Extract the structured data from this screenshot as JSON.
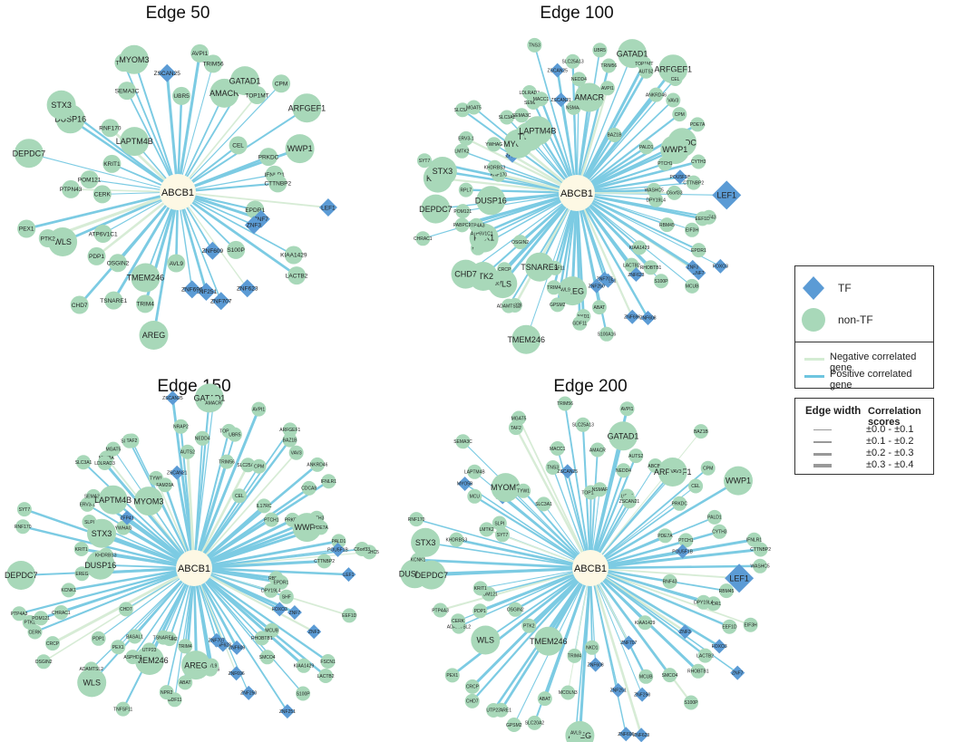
{
  "panels": [
    {
      "title": "Edge 50",
      "center": "ABCB1",
      "tf": [
        "ZNF623",
        "ZNF609",
        "ZSCAN25",
        "ZNF707",
        "LEF1",
        "ZNF7",
        "ZNF251",
        "ZNF3",
        "ZNF696"
      ],
      "nontf": [
        "TMEM246",
        "CPM",
        "AVL9",
        "UBR5",
        "KIAA1429",
        "AVPI1",
        "CEL",
        "TRIM56",
        "AMACR",
        "LACTB2",
        "AREG",
        "PRKDC",
        "PTPN43",
        "ARFGEF1",
        "EPDR1",
        "LAPTM4B",
        "OSGIN2",
        "CHD7",
        "STX3",
        "PDP1",
        "WWP1",
        "ATP6V1C1",
        "GATAD1",
        "WLS",
        "SEMA3C",
        "PTK2",
        "TSNARE1",
        "PEX1",
        "TYW1",
        "IFNLR1",
        "DEPDC7",
        "RNF170",
        "S100P",
        "CTTNBP2",
        "KRIT1",
        "TRIM4",
        "MYOM3",
        "DUSP16",
        "POM121",
        "TOP1MT",
        "CERK"
      ],
      "big": [
        "TMEM246",
        "AREG",
        "STX3",
        "DEPDC7",
        "WWP1",
        "WLS",
        "DUSP16",
        "LAPTM4B",
        "GATAD1",
        "ARFGEF1",
        "AMACR",
        "MYOM3"
      ]
    },
    {
      "title": "Edge 100",
      "center": "ABCB1",
      "tf": [
        "POU5F1B",
        "ZFP41",
        "ZSCAN21",
        "ZSCAN25",
        "ZNF623",
        "LEF1",
        "ZNF608",
        "FOXO3",
        "ZNF696",
        "ZNF251",
        "ZNF7",
        "ZNF707",
        "ZNF250",
        "ZNF3"
      ],
      "nontf": [
        "PALD1",
        "STX3",
        "SLC5A6",
        "MCUB",
        "DEPDC7",
        "S100A16",
        "KIAA1429",
        "BAZ1B",
        "CTTNBP2",
        "MGAT5",
        "ABAT",
        "NKD1",
        "MYOM3",
        "RHOBTB1",
        "SLC25A13",
        "NSMAF",
        "PTP4A3",
        "ADAMTSL2",
        "SLC3A1",
        "TYW1",
        "DUSP16",
        "PABPC1",
        "DPY19L4",
        "PDE7A",
        "WLS",
        "S100P",
        "RNF43",
        "EEF1D",
        "NEDD4",
        "ANKRD46",
        "AMACR",
        "SYT7",
        "UBR5",
        "CERK",
        "TNFSF11",
        "IFNLR1",
        "RNF170",
        "ARFGEF1",
        "CRCP",
        "KHDRBS3",
        "SEMA3C",
        "CHRAC1",
        "PRKDC",
        "RBM45",
        "MEX3A",
        "CEL",
        "TRIM56",
        "LACTB2",
        "OSGIN2",
        "LMTK2",
        "LAPTM4B",
        "SEMA3A",
        "PTK2",
        "WASHC5",
        "CHD7",
        "VAV3",
        "GDF11",
        "PDP1",
        "EIF3H",
        "PEX1",
        "LDLRAD3",
        "TMEM246",
        "AREG",
        "C6orf33",
        "TSNARE1",
        "ERV3-1",
        "WWP1",
        "AVPI1",
        "YWHAG",
        "PTCH1",
        "UTP23",
        "AVL9",
        "POM121",
        "MACC1",
        "EPDR1",
        "GPSM2",
        "RPL7",
        "ATP6V1C1",
        "KRIT1",
        "GATAD1",
        "TOP1MT",
        "CPM",
        "AUTS2",
        "TRIM4",
        "TNS3",
        "CYTH3"
      ],
      "big": [
        "DEPDC7",
        "STX3",
        "LEF1",
        "AREG",
        "TMEM246",
        "WLS",
        "DUSP16",
        "AMACR",
        "MYOM3",
        "GATAD1",
        "WWP1",
        "PTK2",
        "ARFGEF1",
        "LAPTM4B",
        "TYW1",
        "KRIT1",
        "CHD7",
        "PRKDC",
        "TSNARE1",
        "PEX1"
      ]
    },
    {
      "title": "Edge 150",
      "center": "ABCB1",
      "tf": [
        "ZNF251",
        "FOXO3",
        "ZNF609",
        "ZSCAN21",
        "ZNF7",
        "ZNF250",
        "ZSCAN25",
        "ZNF3",
        "ZNF623",
        "LEF1",
        "POU5F1B",
        "ZFP41",
        "ZNF696",
        "ZNF707"
      ],
      "nontf": [
        "KCNK1",
        "FSCN1",
        "CPM",
        "MCUB",
        "S100A16",
        "BASAL1",
        "NRAP2",
        "WLS",
        "CHRAC1",
        "IL17RC",
        "CDCA8",
        "PEX1",
        "SEMA3C",
        "ADAMTSL2",
        "TSNARE1",
        "LAPTM4B",
        "PDP1",
        "RBM45",
        "CEL",
        "SLC3A1",
        "ARFGEF1",
        "OSGIN2",
        "LACTB2",
        "AVL9",
        "TOPO2",
        "AREG",
        "IFNLR1",
        "MEX3A",
        "KHDRBS3",
        "AUTS2",
        "KIAA1429",
        "RNF170",
        "LDLRAD3",
        "CHD7",
        "NEDD4",
        "POM121",
        "MYOM3",
        "PTCH1",
        "SYT7",
        "WASHC5",
        "MGAT5",
        "ABAT",
        "PRKDC",
        "TMEM246",
        "GATAD1",
        "STX3",
        "AMACR",
        "TOP1MT",
        "EPDR1",
        "CYTH3",
        "EREG",
        "DEPDC7",
        "RPL7",
        "WWP1",
        "PTP4A3",
        "SLC5A6",
        "TRIM4",
        "DUSP16",
        "TAF2",
        "SLPI",
        "UBR5",
        "PDE7A",
        "TRIM56",
        "BAZ1B",
        "AVPI1",
        "SLC25A13",
        "RHOBTB1",
        "CRCP",
        "PALD1",
        "ERV3-1",
        "DPY19L4",
        "VAV3",
        "C6orf33",
        "EEF1D",
        "TNFSF11",
        "CTTNBP2",
        "UTP23",
        "KRIT1",
        "CERK",
        "TYW1",
        "GDF11",
        "PTK2",
        "S100P",
        "ASPHD2",
        "SHF",
        "NPR2",
        "ANKRD46",
        "YWHAG",
        "GPSM2",
        "SMCO4",
        "FAM20A"
      ],
      "big": [
        "TMEM246",
        "DEPDC7",
        "STX3",
        "WWP1",
        "AREG",
        "WLS",
        "GATAD1",
        "DUSP16",
        "MYOM3",
        "LAPTM4B"
      ]
    },
    {
      "title": "Edge 200",
      "center": "ABCB1",
      "tf": [
        "ZNF707",
        "MYO5B",
        "FOXO3",
        "ZFP41",
        "ZNF3",
        "LEF1",
        "ZNF250",
        "ZSCAN25",
        "ZNF623",
        "ZNF696",
        "ZNF251",
        "ZNF7",
        "POU5F1B",
        "ZNF608"
      ],
      "nontf": [
        "TMEM246",
        "ARFGEF1",
        "RNF43",
        "CHD7",
        "CRCP",
        "LAPTM4B",
        "CTTNBP2",
        "KRIT1",
        "PRKDC",
        "MYOM3",
        "RBM45",
        "TSNARE1",
        "SEMA3C",
        "STX3",
        "DUSP16",
        "KHDRBS3",
        "NKD1",
        "WWP1",
        "TRIM56",
        "UTP23",
        "SLC25A13",
        "WASHC5",
        "TYW1",
        "PTP4A3",
        "TOP1MT",
        "EPDR1",
        "DPY19L4",
        "EIF3H",
        "SLC3A1",
        "AREG",
        "PTK2",
        "PEX1",
        "AMACR",
        "AVL9",
        "DEPDC7",
        "RNF170",
        "LACTB2",
        "NSMAF",
        "PDE7A",
        "BAZ1B",
        "TAF2",
        "WLS",
        "TRIM4",
        "PALD1",
        "AVPI1",
        "MGAT5",
        "OSGIN2",
        "POM121",
        "PTCH1",
        "EEF1D",
        "RHOBTB1",
        "VAV3",
        "GATAD1",
        "CYTH3",
        "SYT7",
        "LMTK2",
        "KIAA1429",
        "NEDD4",
        "MCOLN3",
        "CEL",
        "ADAMTSL2",
        "AUTS2",
        "IFNLR1",
        "UBR5",
        "PDP1",
        "KCNK1",
        "ABAT",
        "ZSCAN21",
        "SLC20A2",
        "TNS3",
        "CERK",
        "MACC1",
        "CPM",
        "S100P",
        "SLPI",
        "SMCO4",
        "MCUB",
        "MCU",
        "GPSM2",
        "ABCB1"
      ],
      "big": [
        "TMEM246",
        "DEPDC7",
        "LEF1",
        "AREG",
        "STX3",
        "WWP1",
        "WLS",
        "GATAD1",
        "ARFGEF1",
        "DUSP16",
        "MYOM3"
      ]
    }
  ],
  "legend": {
    "node_types": [
      {
        "label": "TF",
        "shape": "diamond",
        "color": "#5b9bd5"
      },
      {
        "label": "non-TF",
        "shape": "circle",
        "color": "#a8d8b9"
      }
    ],
    "edge_types": [
      {
        "label": "Negative correlated gene",
        "color": "#d4ecd3"
      },
      {
        "label": "Positive correlated gene",
        "color": "#6ec5df"
      }
    ],
    "width_header": "Edge width",
    "score_header": "Correlation scores",
    "scores": [
      "±0.0 - ±0.1",
      "±0.1 - ±0.2",
      "±0.2 - ±0.3",
      "±0.3 - ±0.4"
    ]
  },
  "colors": {
    "tf": "#5b9bd5",
    "nontf": "#a8d8b9",
    "center": "#fdf8e4",
    "pos_edge": "#7ccbe3",
    "neg_edge": "#d7ecd6"
  }
}
